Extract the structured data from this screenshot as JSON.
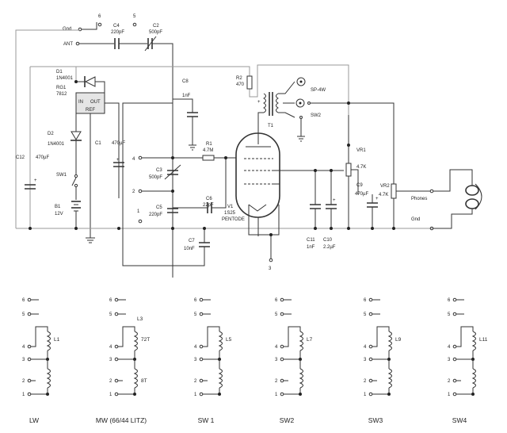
{
  "terminals": {
    "gnd": "Gnd",
    "ant": "ANT",
    "six_a": "6",
    "five_a": "5",
    "four": "4",
    "two": "2",
    "one": "1",
    "three": "3"
  },
  "components": {
    "d1": [
      "D1",
      "1N4001"
    ],
    "rg1": [
      "RG1",
      "7812"
    ],
    "rg_in": "IN",
    "rg_out": "OUT",
    "rg_ref": "REF",
    "d2": [
      "D2",
      "1N4001"
    ],
    "c1": [
      "C1",
      "470µF"
    ],
    "c12": [
      "C12",
      "470µF"
    ],
    "sw1": "SW1",
    "b1": [
      "B1",
      "12V"
    ],
    "c4": [
      "C4",
      "220pF"
    ],
    "c2": [
      "C2",
      "500pF"
    ],
    "c8": [
      "C8",
      "1nF"
    ],
    "r2": [
      "R2",
      "470"
    ],
    "t1": "T1",
    "sp": "SP-4W",
    "sw2": "SW2",
    "r1": [
      "R1",
      "4.7M"
    ],
    "c3": [
      "C3",
      "500pF"
    ],
    "c6": [
      "C6",
      "22pF"
    ],
    "c5": [
      "C5",
      "220pF"
    ],
    "v1": [
      "V1",
      "1S25",
      "PENTODE"
    ],
    "c7": [
      "C7",
      "10nF"
    ],
    "vr1": [
      "VR1",
      "4.7K"
    ],
    "c9": [
      "C9",
      "470µF"
    ],
    "vr2": [
      "VR2",
      "4.7K"
    ],
    "phones": "Phones",
    "gnd_right": "Gnd",
    "c11": [
      "C11",
      "1nF"
    ],
    "c10": [
      "C10",
      "2.2µF"
    ]
  },
  "coil_pin_numbers": [
    "6",
    "5",
    "4",
    "3",
    "2",
    "1"
  ],
  "coils": [
    {
      "name": "LW",
      "inductor": "L1",
      "top_label": "",
      "bottom_label": ""
    },
    {
      "name": "MW (66/44 LITZ)",
      "inductor": "L3",
      "top_label": "72T",
      "bottom_label": "8T"
    },
    {
      "name": "SW 1",
      "inductor": "L5",
      "top_label": "",
      "bottom_label": ""
    },
    {
      "name": "SW2",
      "inductor": "L7",
      "top_label": "",
      "bottom_label": ""
    },
    {
      "name": "SW3",
      "inductor": "L9",
      "top_label": "",
      "bottom_label": ""
    },
    {
      "name": "SW4",
      "inductor": "L11",
      "top_label": "",
      "bottom_label": ""
    }
  ]
}
